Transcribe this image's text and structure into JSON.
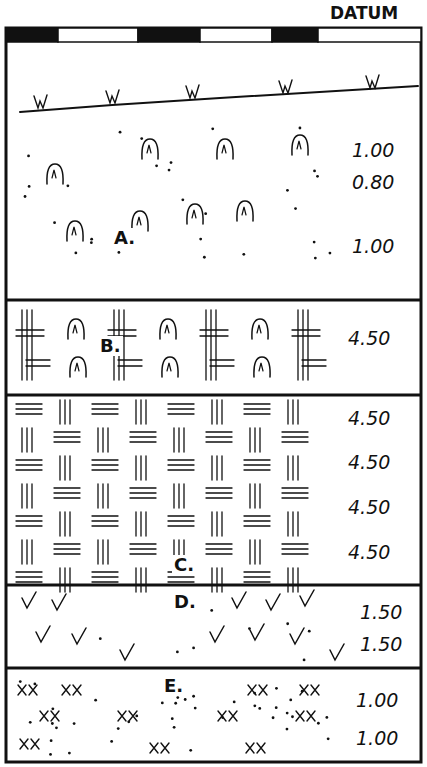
{
  "diagram": {
    "nodes": [
      {
        "text": [
          "1.00",
          "0.80",
          "A.",
          "1.00"
        ]
      },
      {
        "text": [
          "B.",
          "4.50"
        ]
      },
      {
        "text": [
          "4.50",
          "4.50",
          "4.50",
          "4.50",
          "C."
        ]
      },
      {
        "text": [
          "D.",
          "1.50",
          "1.50"
        ]
      },
      {
        "text": [
          "E.",
          "1.00",
          "1.00"
        ]
      }
    ],
    "labels": [
      "DATUM"
    ]
  }
}
